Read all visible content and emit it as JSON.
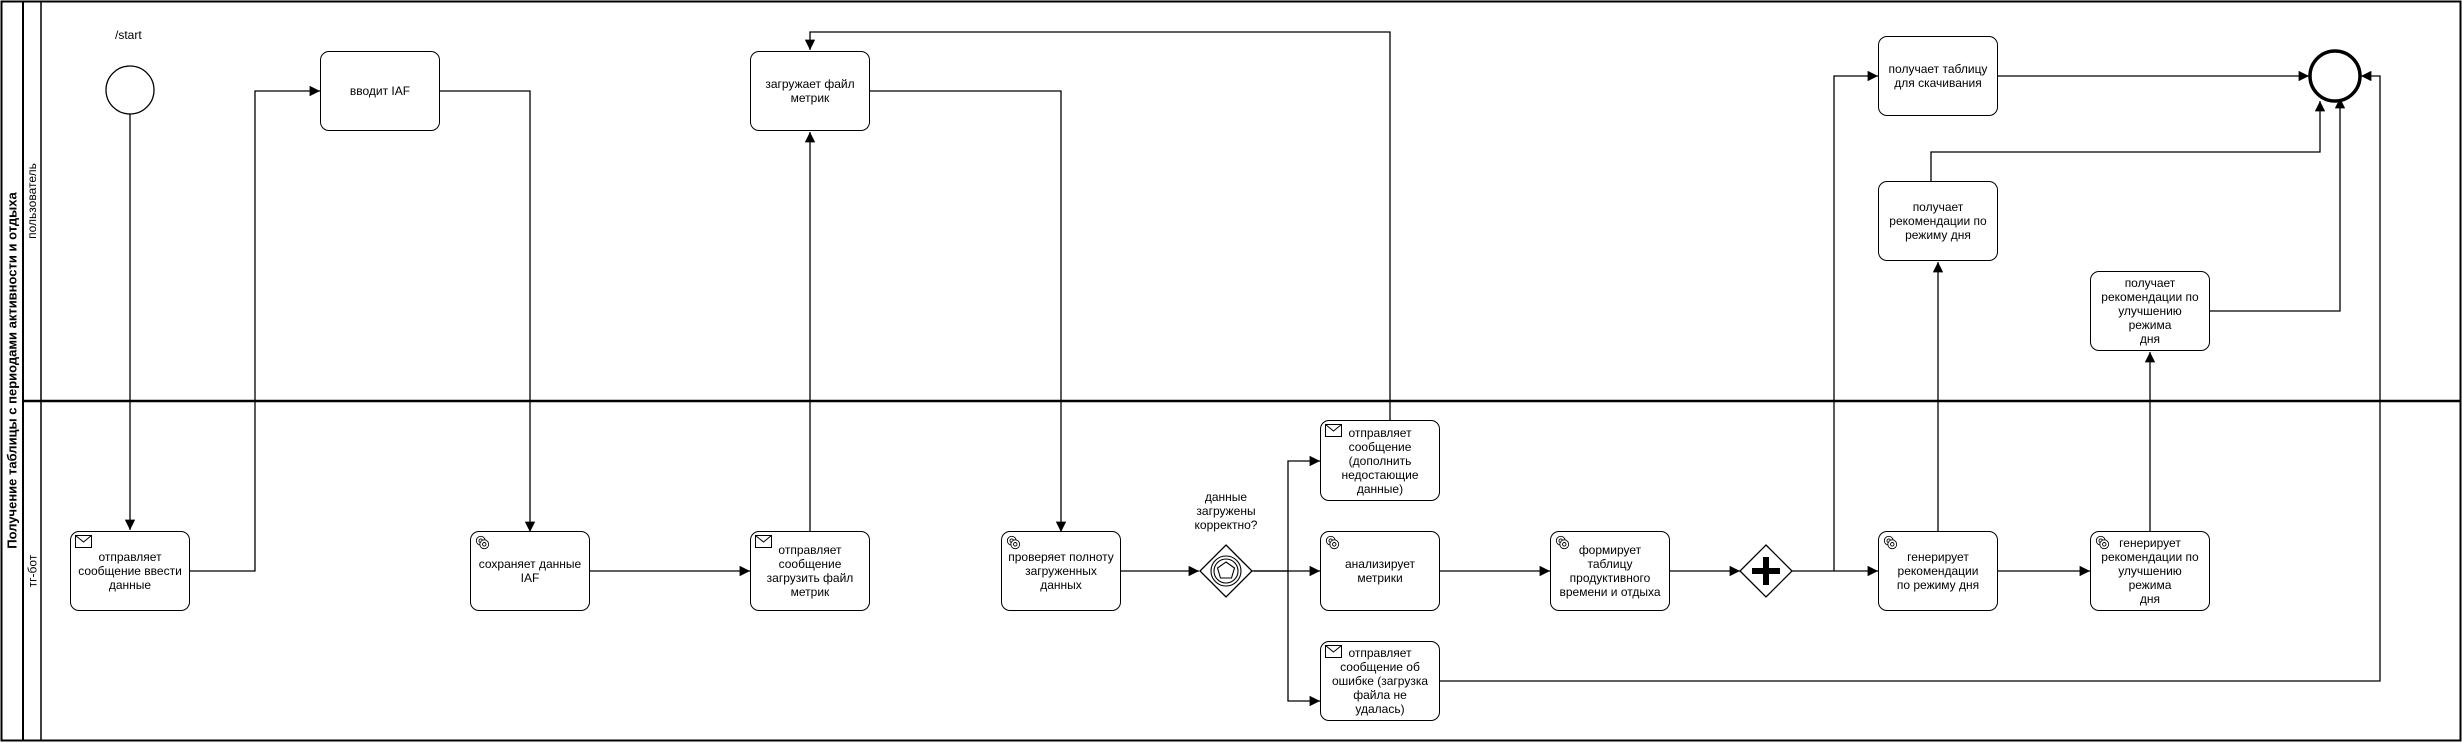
{
  "pool": {
    "title": "Получение таблицы с периодами активности и отдыха"
  },
  "lanes": {
    "user": "пользователь",
    "bot": "тг-бот"
  },
  "start_label": "/start",
  "gateway_label": [
    "данные",
    "загружены",
    "корректно?"
  ],
  "tasks": [
    {
      "id": "t_send_input",
      "type": "send",
      "lines": [
        "отправляет",
        "сообщение ввести",
        "данные"
      ]
    },
    {
      "id": "t_enter_iaf",
      "type": "user",
      "lines": [
        "вводит IAF"
      ]
    },
    {
      "id": "t_save_iaf",
      "type": "service",
      "lines": [
        "сохраняет данные",
        "IAF"
      ]
    },
    {
      "id": "t_send_upload",
      "type": "send",
      "lines": [
        "отправляет",
        "сообщение",
        "загрузить файл",
        "метрик"
      ]
    },
    {
      "id": "t_upload_file",
      "type": "user",
      "lines": [
        "загружает файл",
        "метрик"
      ]
    },
    {
      "id": "t_check",
      "type": "service",
      "lines": [
        "проверяет полноту",
        "загруженных данных"
      ]
    },
    {
      "id": "t_send_missing",
      "type": "send",
      "lines": [
        "отправляет",
        "сообщение",
        "(дополнить",
        "недостающие",
        "данные)"
      ]
    },
    {
      "id": "t_analyze",
      "type": "service",
      "lines": [
        "анализирует",
        "метрики"
      ]
    },
    {
      "id": "t_send_error",
      "type": "send",
      "lines": [
        "отправляет",
        "сообщение об",
        "ошибке (загрузка",
        "файла не удалась)"
      ]
    },
    {
      "id": "t_form_table",
      "type": "service",
      "lines": [
        "формирует таблицу",
        "продуктивного",
        "времени и отдыха"
      ]
    },
    {
      "id": "t_gen_rec_day",
      "type": "service",
      "lines": [
        "генерирует",
        "рекомендации",
        "по режиму дня"
      ]
    },
    {
      "id": "t_gen_rec_improve",
      "type": "service",
      "lines": [
        "генерирует",
        "рекомендации по",
        "улучшению режима",
        "дня"
      ]
    },
    {
      "id": "t_get_table",
      "type": "user",
      "lines": [
        "получает таблицу",
        "для скачивания"
      ]
    },
    {
      "id": "t_get_rec_day",
      "type": "user",
      "lines": [
        "получает",
        "рекомендации по",
        "режиму дня"
      ]
    },
    {
      "id": "t_get_rec_improve",
      "type": "user",
      "lines": [
        "получает",
        "рекомендации по",
        "улучшению режима",
        "дня"
      ]
    }
  ]
}
